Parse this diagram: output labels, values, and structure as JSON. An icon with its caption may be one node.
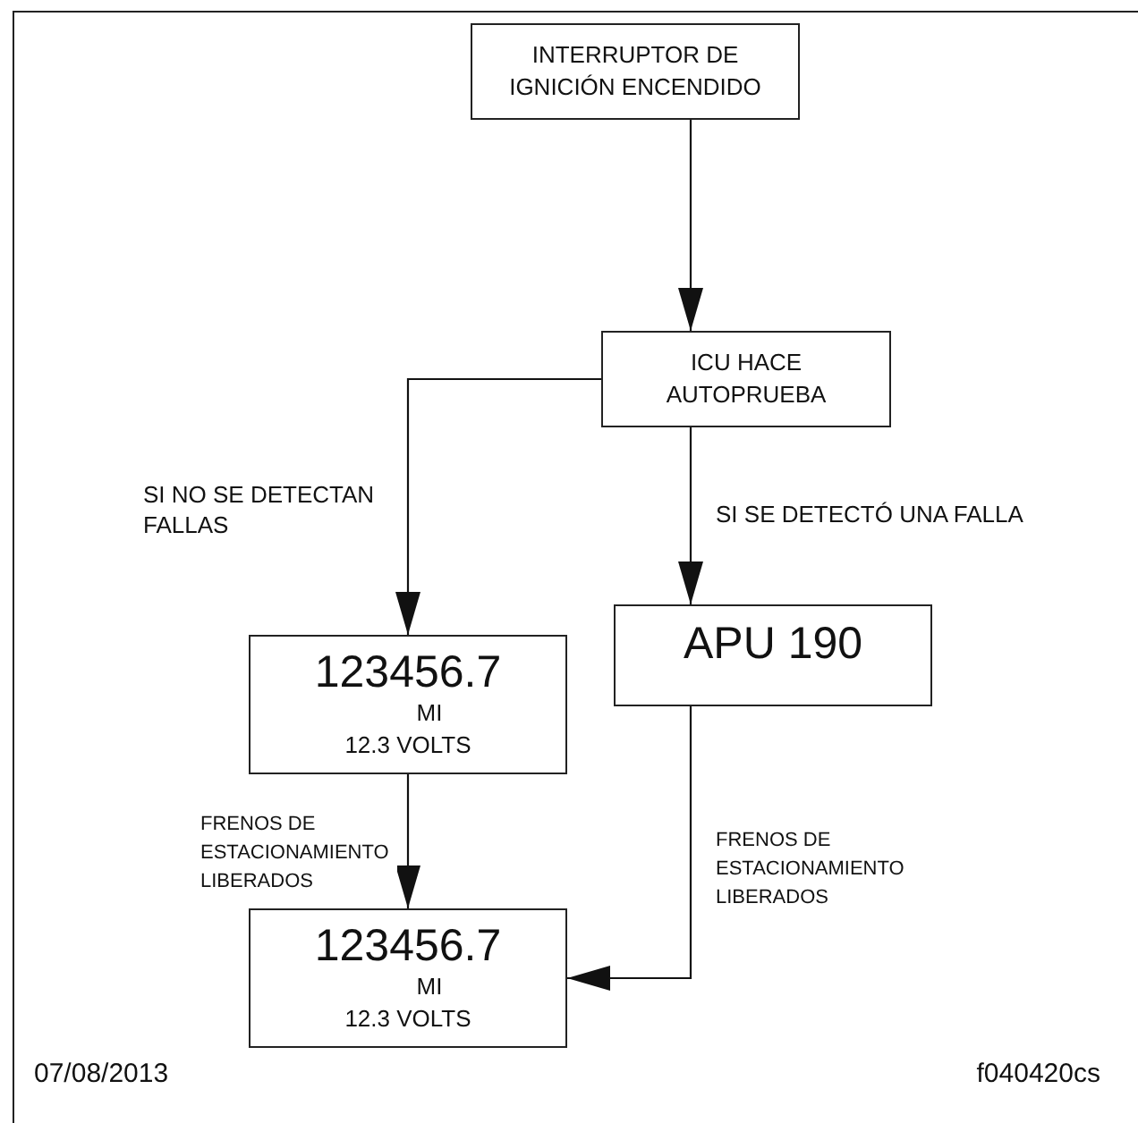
{
  "diagram": {
    "nodes": [
      {
        "text": [
          "INTERRUPTOR DE IGNICIÓN ENCENDIDO"
        ]
      },
      {
        "text": [
          "ICU HACE AUTOPRUEBA"
        ]
      },
      {
        "text": [
          "123456.7",
          "MI",
          "12.3 VOLTS"
        ]
      },
      {
        "text": [
          "APU 190"
        ]
      },
      {
        "text": [
          "123456.7",
          "MI",
          "12.3 VOLTS"
        ]
      }
    ],
    "edges": [
      {
        "from": 0,
        "to": 1,
        "arrow": "to"
      },
      {
        "from": 1,
        "to": 2,
        "arrow": "to",
        "label": "SI NO SE DETECTAN FALLAS"
      },
      {
        "from": 1,
        "to": 3,
        "arrow": "to",
        "label": "SI SE DETECTÓ UNA FALLA"
      },
      {
        "from": 2,
        "to": 4,
        "arrow": "to",
        "label": "FRENOS DE ESTACIONAMIENTO LIBERADOS"
      },
      {
        "from": 3,
        "to": 4,
        "arrow": "to",
        "label": "FRENOS DE ESTACIONAMIENTO LIBERADOS"
      }
    ],
    "labels": [
      "07/08/2013",
      "f040420cs"
    ]
  }
}
